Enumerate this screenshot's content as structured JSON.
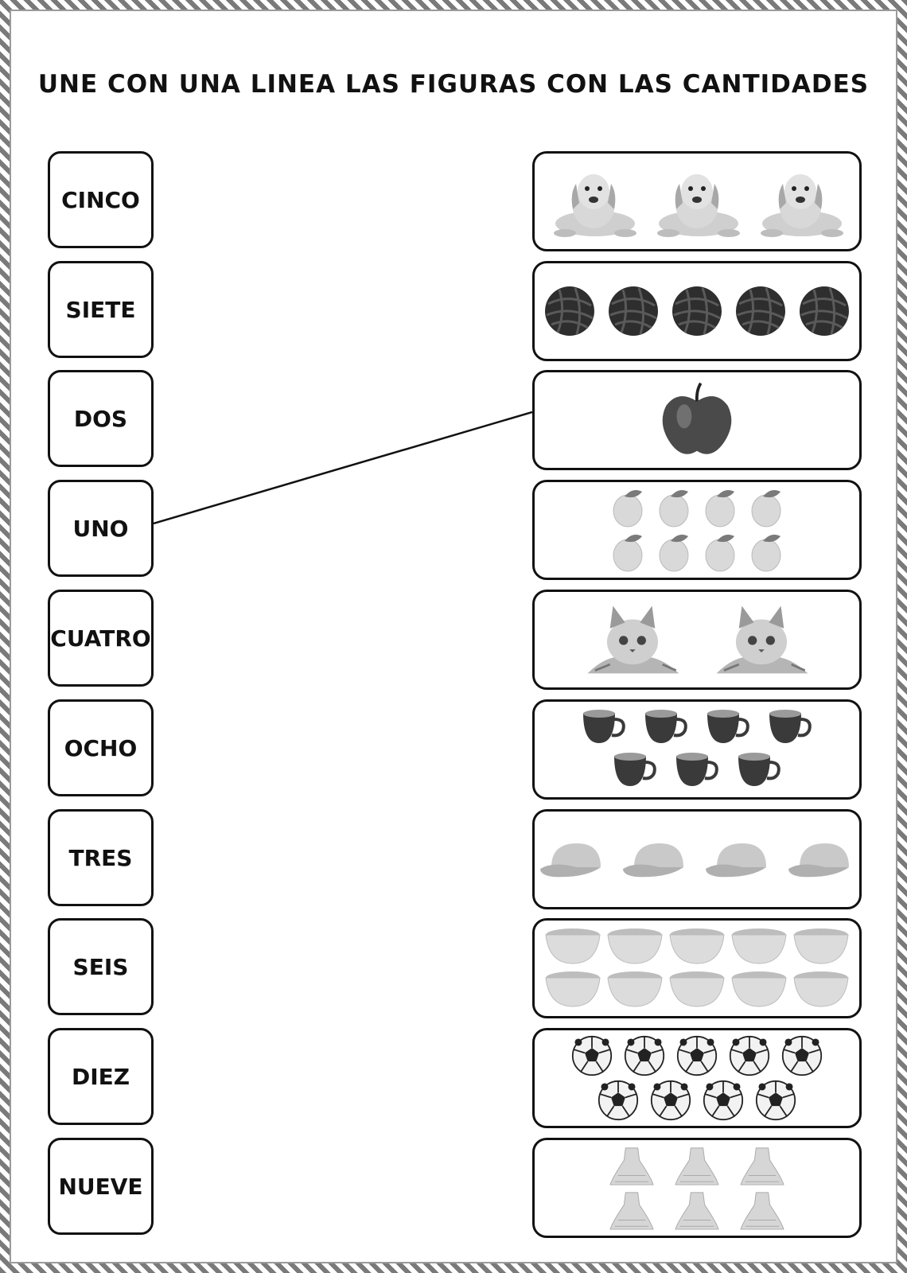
{
  "title": "UNE CON UNA LINEA LAS FIGURAS CON LAS CANTIDADES",
  "words": [
    "CINCO",
    "SIETE",
    "DOS",
    "UNO",
    "CUATRO",
    "OCHO",
    "TRES",
    "SEIS",
    "DIEZ",
    "NUEVE"
  ],
  "figures": [
    {
      "icon": "dog-icon",
      "count": 3
    },
    {
      "icon": "yarn-ball-icon",
      "count": 5
    },
    {
      "icon": "apple-icon",
      "count": 1
    },
    {
      "icon": "lemon-icon",
      "count": 8
    },
    {
      "icon": "kitten-icon",
      "count": 2
    },
    {
      "icon": "cup-icon",
      "count": 7
    },
    {
      "icon": "cap-icon",
      "count": 4
    },
    {
      "icon": "bowl-icon",
      "count": 10
    },
    {
      "icon": "soccer-ball-icon",
      "count": 9
    },
    {
      "icon": "dress-icon",
      "count": 6
    }
  ],
  "connections": [
    {
      "word_index": 3,
      "figure_index": 2
    }
  ]
}
